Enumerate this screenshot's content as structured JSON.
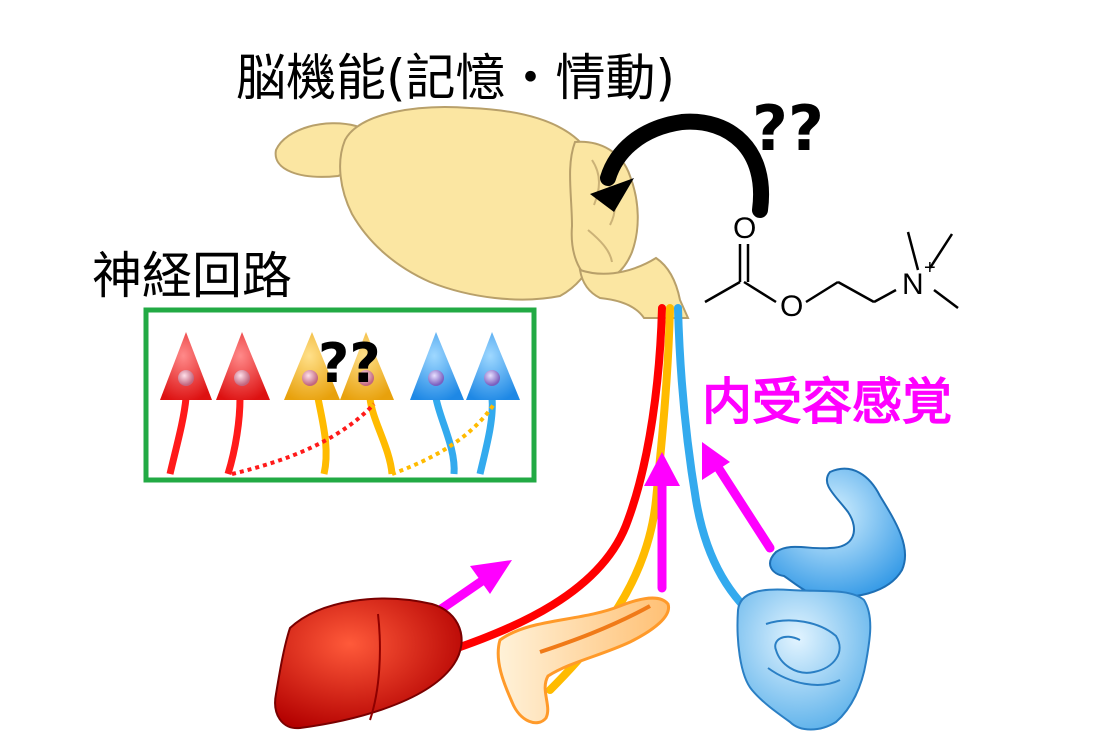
{
  "title": "脳機能(記憶・情動)",
  "circuit_label": "神経回路",
  "interoception_label": "内受容感覚",
  "question_top": "??",
  "question_box": "??",
  "molecule": {
    "oxygen_carbonyl": "O",
    "oxygen_ester": "O",
    "nitrogen": "N",
    "charge": "+"
  },
  "colors": {
    "liver_path": "#ff0000",
    "pancreas_path": "#ffbb00",
    "gut_path": "#33aaee",
    "arrow": "#ff00ff",
    "box_border": "#22aa44",
    "brain": "#fbe6a2"
  }
}
